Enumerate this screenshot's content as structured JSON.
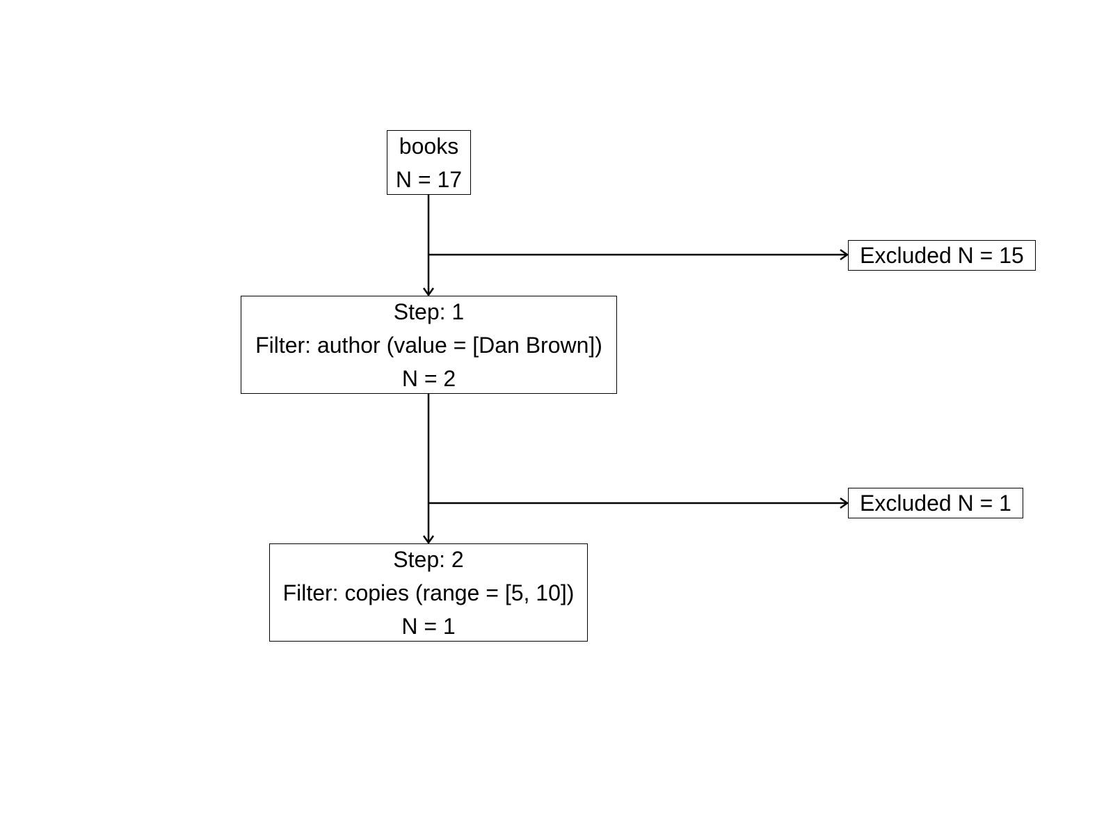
{
  "diagram": {
    "source": {
      "name": "books",
      "count_label": "N = 17"
    },
    "steps": [
      {
        "step_label": "Step: 1",
        "filter_label": "Filter: author (value = [Dan Brown])",
        "count_label": "N = 2",
        "excluded_label": "Excluded N = 15"
      },
      {
        "step_label": "Step: 2",
        "filter_label": "Filter: copies (range = [5, 10])",
        "count_label": "N = 1",
        "excluded_label": "Excluded N = 1"
      }
    ]
  },
  "colors": {
    "line": "#000000",
    "background": "#ffffff"
  }
}
